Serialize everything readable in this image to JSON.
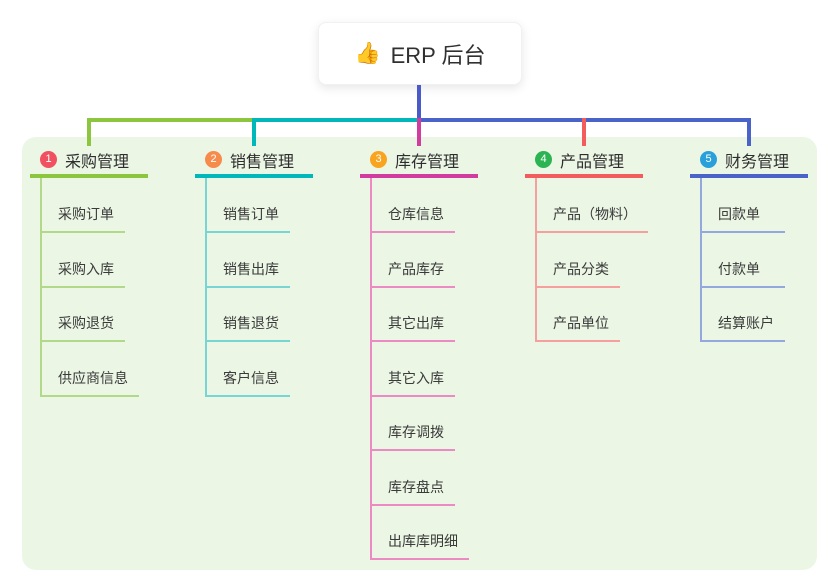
{
  "root": {
    "title": "ERP 后台",
    "icon": "thumbs-up-icon",
    "edge_color": "#4a5ac9"
  },
  "colors": {
    "canvas_bg": "#ffffff",
    "panel_bg": "#ebf6e5",
    "node_text": "#303030",
    "item_text": "#3a3a3a"
  },
  "branches": [
    {
      "index": "1",
      "label": "采购管理",
      "color": "#8cc63e",
      "light_color": "#b2d989",
      "badge_color": "#f0505f",
      "items": [
        "采购订单",
        "采购入库",
        "采购退货",
        "供应商信息"
      ]
    },
    {
      "index": "2",
      "label": "销售管理",
      "color": "#00b8ba",
      "light_color": "#79d5d3",
      "badge_color": "#f78b4c",
      "items": [
        "销售订单",
        "销售出库",
        "销售退货",
        "客户信息"
      ]
    },
    {
      "index": "3",
      "label": "库存管理",
      "color": "#d23c9e",
      "light_color": "#ec8ac4",
      "badge_color": "#f8a41f",
      "items": [
        "仓库信息",
        "产品库存",
        "其它出库",
        "其它入库",
        "库存调拨",
        "库存盘点",
        "出库库明细"
      ]
    },
    {
      "index": "4",
      "label": "产品管理",
      "color": "#f25c5c",
      "light_color": "#f79f9f",
      "badge_color": "#2cb453",
      "items": [
        "产品（物料）",
        "产品分类",
        "产品单位"
      ]
    },
    {
      "index": "5",
      "label": "财务管理",
      "color": "#4a63c8",
      "light_color": "#94a8e0",
      "badge_color": "#2aa0da",
      "items": [
        "回款单",
        "付款单",
        "结算账户"
      ]
    }
  ]
}
